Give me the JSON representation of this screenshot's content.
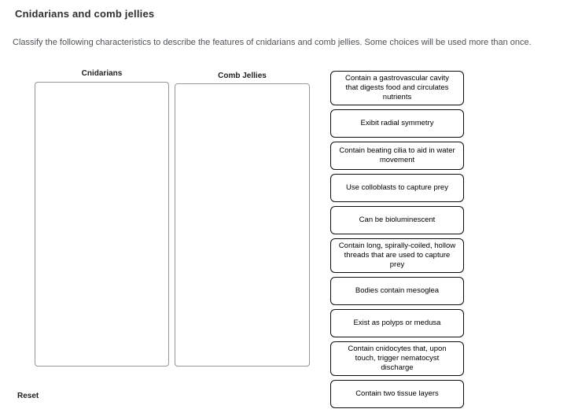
{
  "header": {
    "title": "Cnidarians and comb jellies",
    "instructions": "Classify the following characteristics to describe the features of cnidarians and comb jellies. Some choices will be used more than once."
  },
  "bins": [
    {
      "label": "Cnidarians"
    },
    {
      "label": "Comb Jellies"
    }
  ],
  "choices": [
    "Contain a gastrovascular cavity that digests food and circulates nutrients",
    "Exibit radial symmetry",
    "Contain beating cilia to aid in water movement",
    "Use colloblasts to capture prey",
    "Can be bioluminescent",
    "Contain long, spirally-coiled, hollow threads that are used to capture prey",
    "Bodies contain mesoglea",
    "Exist as polyps or medusa",
    "Contain cnidocytes that, upon touch, trigger nematocyst discharge",
    "Contain two tissue layers"
  ],
  "footer": {
    "reset_label": "Reset"
  },
  "colors": {
    "card_border": "#0d0d0d",
    "dropzone_border": "#979797",
    "title_text": "#2d2f31",
    "instructions_text": "#4e5256"
  }
}
